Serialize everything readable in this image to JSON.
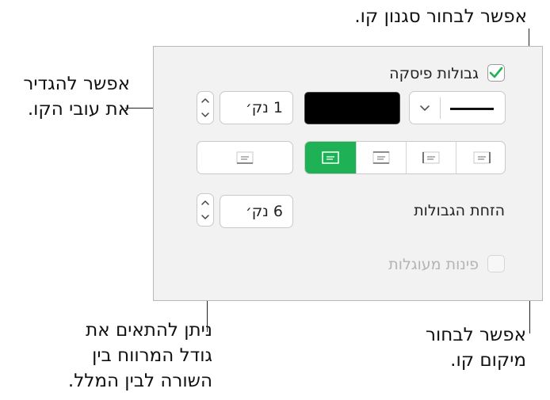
{
  "callouts": {
    "line_style": "אפשר לבחור סגנון קו.",
    "line_thickness": [
      "אפשר להגדיר",
      "את עובי הקו."
    ],
    "line_position": [
      "אפשר לבחור",
      "מיקום קו."
    ],
    "spacing": [
      "ניתן להתאים את",
      "גודל המרווח בין",
      "השורה לבין המלל."
    ]
  },
  "panel": {
    "paragraph_borders": {
      "label": "גבולות פיסקה",
      "checked": true
    },
    "line_color": "#000000",
    "thickness_value": "1 נק׳",
    "border_offset": {
      "label": "הזחת הגבולות",
      "value": "6 נק׳"
    },
    "rounded_corners": {
      "label": "פינות מעוגלות",
      "checked": false,
      "enabled": false
    },
    "accent_color": "#1fb155"
  }
}
